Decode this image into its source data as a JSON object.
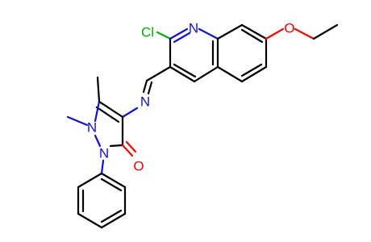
{
  "molecule": {
    "atoms": {
      "chlorine": "Cl",
      "quinoline_nitrogen": "N",
      "ether_oxygen": "O",
      "imine_nitrogen": "N",
      "pyrazole_n1": "N",
      "pyrazole_n2": "N",
      "carbonyl_oxygen": "O"
    },
    "colors": {
      "bond": "#000000",
      "nitrogen": "#1010d8",
      "oxygen": "#ff0000",
      "chlorine": "#00b000",
      "background": "#ffffff"
    }
  }
}
